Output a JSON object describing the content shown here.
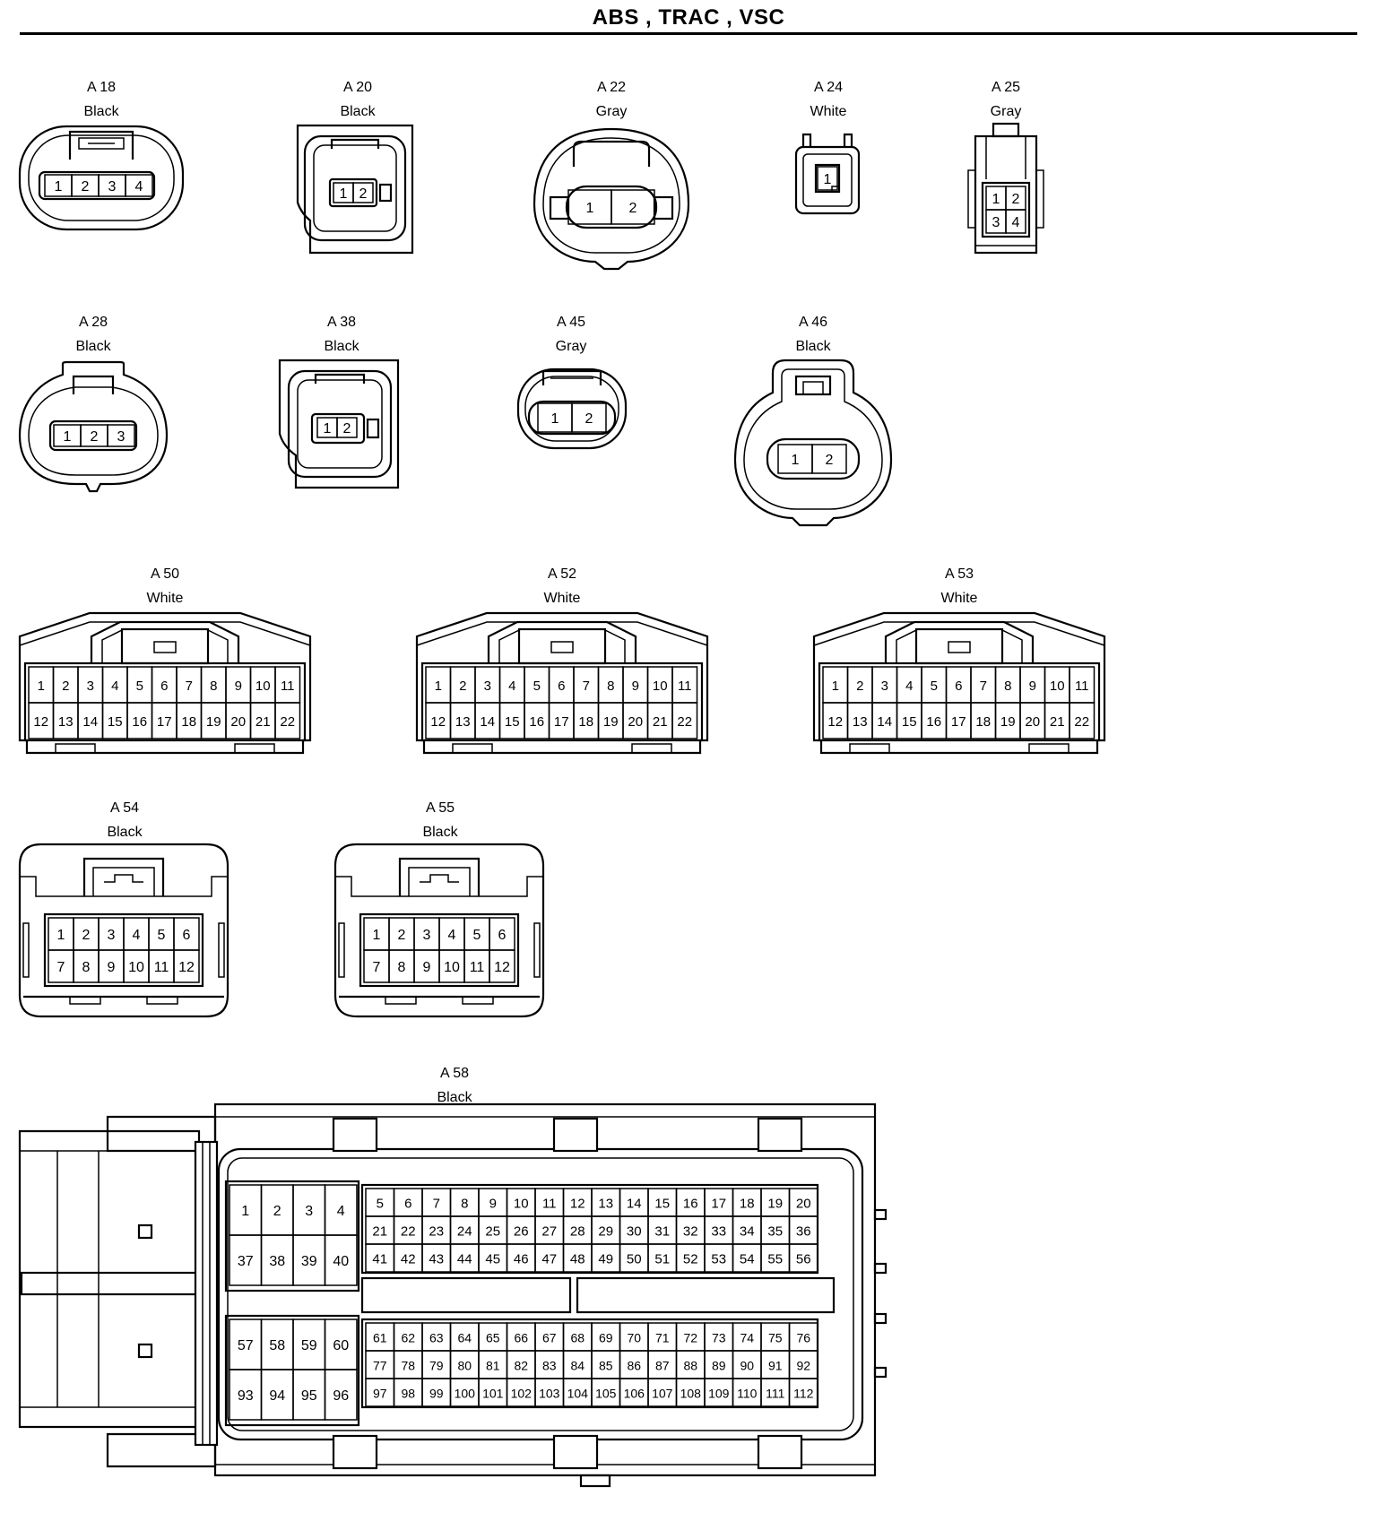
{
  "page": {
    "title": "ABS , TRAC , VSC"
  },
  "connectors": [
    {
      "id": "A 18",
      "color": "Black",
      "pins": [
        [
          "1",
          "2",
          "3",
          "4"
        ]
      ]
    },
    {
      "id": "A 20",
      "color": "Black",
      "pins": [
        [
          "1",
          "2"
        ]
      ]
    },
    {
      "id": "A 22",
      "color": "Gray",
      "pins": [
        [
          "1",
          "2"
        ]
      ]
    },
    {
      "id": "A 24",
      "color": "White",
      "pins": [
        [
          "1"
        ]
      ]
    },
    {
      "id": "A 25",
      "color": "Gray",
      "pins": [
        [
          "1",
          "2"
        ],
        [
          "3",
          "4"
        ]
      ]
    },
    {
      "id": "A 28",
      "color": "Black",
      "pins": [
        [
          "1",
          "2",
          "3"
        ]
      ]
    },
    {
      "id": "A 38",
      "color": "Black",
      "pins": [
        [
          "1",
          "2"
        ]
      ]
    },
    {
      "id": "A 45",
      "color": "Gray",
      "pins": [
        [
          "1",
          "2"
        ]
      ]
    },
    {
      "id": "A 46",
      "color": "Black",
      "pins": [
        [
          "1",
          "2"
        ]
      ]
    },
    {
      "id": "A 50",
      "color": "White",
      "pins": [
        [
          "1",
          "2",
          "3",
          "4",
          "5",
          "6",
          "7",
          "8",
          "9",
          "10",
          "11"
        ],
        [
          "12",
          "13",
          "14",
          "15",
          "16",
          "17",
          "18",
          "19",
          "20",
          "21",
          "22"
        ]
      ]
    },
    {
      "id": "A 52",
      "color": "White",
      "pins": [
        [
          "1",
          "2",
          "3",
          "4",
          "5",
          "6",
          "7",
          "8",
          "9",
          "10",
          "11"
        ],
        [
          "12",
          "13",
          "14",
          "15",
          "16",
          "17",
          "18",
          "19",
          "20",
          "21",
          "22"
        ]
      ]
    },
    {
      "id": "A 53",
      "color": "White",
      "pins": [
        [
          "1",
          "2",
          "3",
          "4",
          "5",
          "6",
          "7",
          "8",
          "9",
          "10",
          "11"
        ],
        [
          "12",
          "13",
          "14",
          "15",
          "16",
          "17",
          "18",
          "19",
          "20",
          "21",
          "22"
        ]
      ]
    },
    {
      "id": "A 54",
      "color": "Black",
      "pins": [
        [
          "1",
          "2",
          "3",
          "4",
          "5",
          "6"
        ],
        [
          "7",
          "8",
          "9",
          "10",
          "11",
          "12"
        ]
      ]
    },
    {
      "id": "A 55",
      "color": "Black",
      "pins": [
        [
          "1",
          "2",
          "3",
          "4",
          "5",
          "6"
        ],
        [
          "7",
          "8",
          "9",
          "10",
          "11",
          "12"
        ]
      ]
    },
    {
      "id": "A 58",
      "color": "Black",
      "pin_groups": [
        [
          [
            "1",
            "2",
            "3",
            "4"
          ],
          [
            "37",
            "38",
            "39",
            "40"
          ]
        ],
        [
          [
            "5",
            "6",
            "7",
            "8",
            "9",
            "10",
            "11",
            "12",
            "13",
            "14",
            "15",
            "16",
            "17",
            "18",
            "19",
            "20"
          ],
          [
            "21",
            "22",
            "23",
            "24",
            "25",
            "26",
            "27",
            "28",
            "29",
            "30",
            "31",
            "32",
            "33",
            "34",
            "35",
            "36"
          ],
          [
            "41",
            "42",
            "43",
            "44",
            "45",
            "46",
            "47",
            "48",
            "49",
            "50",
            "51",
            "52",
            "53",
            "54",
            "55",
            "56"
          ]
        ],
        [
          [
            "57",
            "58",
            "59",
            "60"
          ],
          [
            "93",
            "94",
            "95",
            "96"
          ]
        ],
        [
          [
            "61",
            "62",
            "63",
            "64",
            "65",
            "66",
            "67",
            "68",
            "69",
            "70",
            "71",
            "72",
            "73",
            "74",
            "75",
            "76"
          ],
          [
            "77",
            "78",
            "79",
            "80",
            "81",
            "82",
            "83",
            "84",
            "85",
            "86",
            "87",
            "88",
            "89",
            "90",
            "91",
            "92"
          ],
          [
            "97",
            "98",
            "99",
            "100",
            "101",
            "102",
            "103",
            "104",
            "105",
            "106",
            "107",
            "108",
            "109",
            "110",
            "111",
            "112"
          ]
        ]
      ]
    }
  ]
}
